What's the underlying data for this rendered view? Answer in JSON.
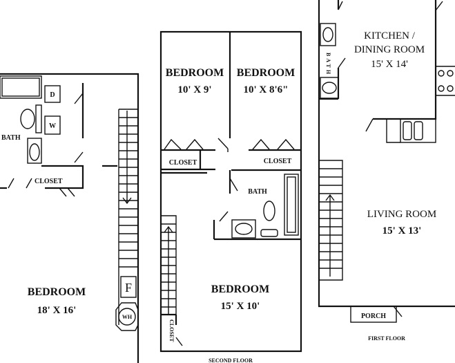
{
  "labels": {
    "bedroom_left": "BEDROOM",
    "bedroom_left_dim": "18' X 16'",
    "bath_left": "BATH",
    "closet_left": "CLOSET",
    "washer": "W",
    "dryer": "D",
    "furnace": "F",
    "water_heater": "WH",
    "bedroom_a": "BEDROOM",
    "bedroom_a_dim": "10' X 9'",
    "bedroom_b": "BEDROOM",
    "bedroom_b_dim": "10' X 8'6\"",
    "closet_a": "CLOSET",
    "closet_b": "CLOSET",
    "bath_middle": "BATH",
    "closet_vertical": "CLOSET",
    "bedroom_c": "BEDROOM",
    "bedroom_c_dim": "15' X 10'",
    "second_floor": "SECOND FLOOR",
    "kitchen_line1": "KITCHEN /",
    "kitchen_line2": "DINING ROOM",
    "kitchen_dim": "15' X 14'",
    "bath_right": "BATH",
    "living_room": "LIVING ROOM",
    "living_room_dim": "15' X 13'",
    "porch": "PORCH",
    "first_floor": "FIRST FLOOR"
  }
}
